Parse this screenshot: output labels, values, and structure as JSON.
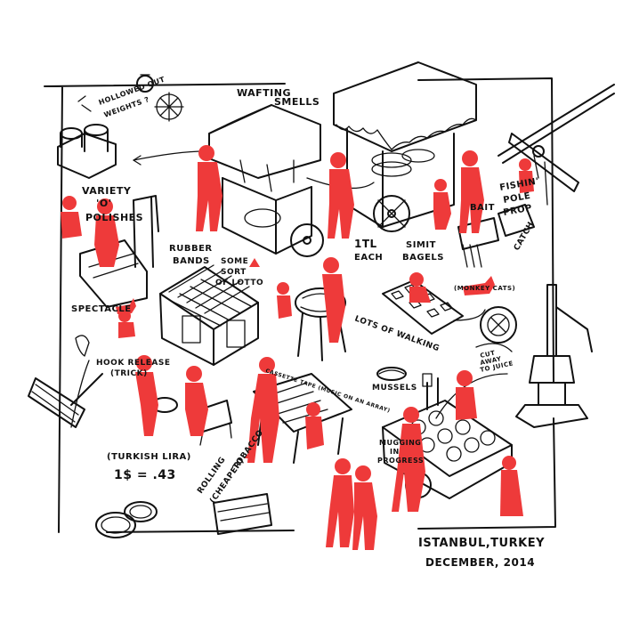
{
  "colors": {
    "ink": "#111111",
    "figure_red": "#ee3a3a",
    "paper": "#ffffff"
  },
  "labels": {
    "wafting": "WAFTING",
    "smells": "SMELLS",
    "hollowed_1": "HOLLOWED OUT",
    "hollowed_2": "WEIGHTS ?",
    "variety_1": "VARIETY",
    "variety_2": "'O'",
    "variety_3": "POLISHES",
    "rubber_1": "RUBBER",
    "rubber_2": "BANDS",
    "lotto_1": "SOME",
    "lotto_2": "SORT",
    "lotto_3": "OF LOTTO",
    "one_tl": "1TL",
    "each": "EACH",
    "simit_1": "SIMIT",
    "simit_2": "BAGELS",
    "bait": "BAIT",
    "fishing_1": "FISHIN'",
    "fishing_2": "POLE",
    "fishing_3": "PROP",
    "catch": "CATCH",
    "monkey_cats": "(MONKEY CATS)",
    "spectacle": "SPECTACLE",
    "lots_of_walking": "LOTS OF WALKING",
    "hook_1": "HOOK RELEASE",
    "hook_2": "(TRICK)",
    "cassette": "CASSETTE TAPE (MUSIC ON AN ARRAY)",
    "mussels": "MUSSELS",
    "cut_1": "CUT",
    "cut_2": "AWAY",
    "cut_3": "TO JUICE",
    "turkish_lira": "(TURKISH LIRA)",
    "exchange": "1$ = .43",
    "rolling_1": "ROLLING",
    "rolling_2": "TOBACCO",
    "rolling_3": "(CHEAPER)",
    "mugging_1": "MUGGING",
    "mugging_2": "IN",
    "mugging_3": "PROGRESS",
    "location": "ISTANBUL,TURKEY",
    "date": "DECEMBER, 2014"
  },
  "icons": [
    "cart-icon",
    "simit-cart-icon",
    "weights-icon",
    "shoe-shine-icon",
    "lotto-stand-icon",
    "broom-icon",
    "coins-icon",
    "tobacco-paper-icon",
    "juicer-icon",
    "fishing-rod-icon",
    "mussel-icon",
    "fruit-cart-icon",
    "grill-icon",
    "cat-icon"
  ]
}
